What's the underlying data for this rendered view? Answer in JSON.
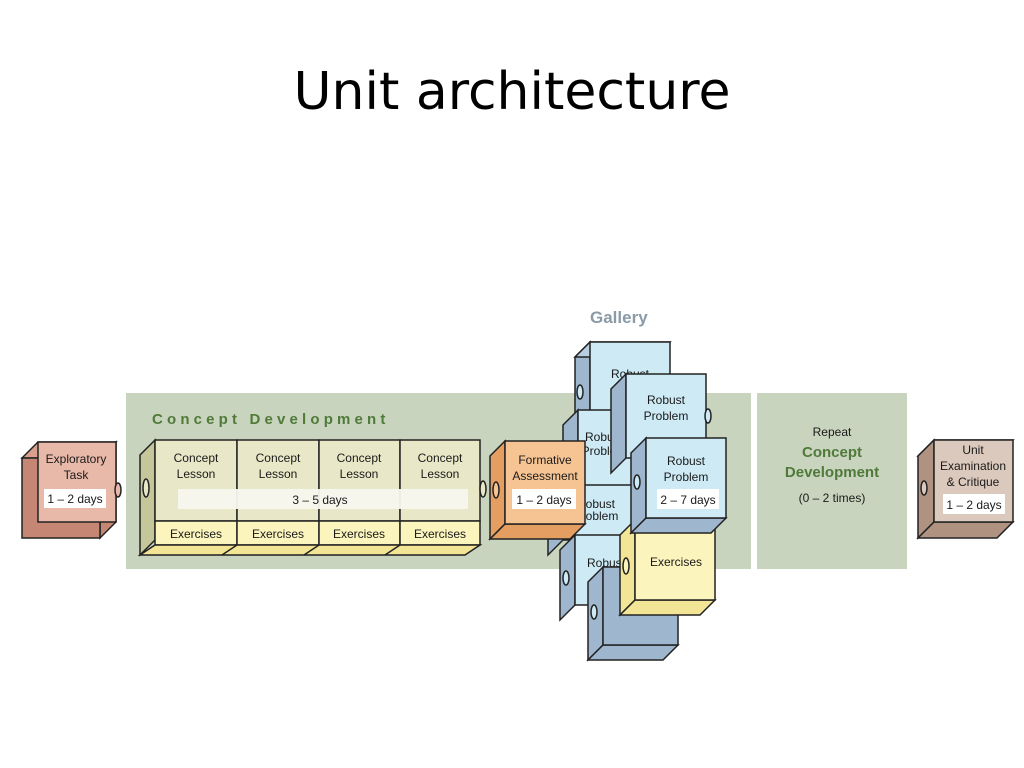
{
  "slide": {
    "title": "Unit architecture"
  },
  "diagram": {
    "gallery_label": "Gallery",
    "concept_development_label": "C o n c e p t   D e v e l o p m e n t",
    "exploratory": {
      "line1": "Exploratory",
      "line2": "Task",
      "days": "1 – 2 days"
    },
    "concept_lessons": [
      {
        "line1": "Concept",
        "line2": "Lesson",
        "exercises": "Exercises"
      },
      {
        "line1": "Concept",
        "line2": "Lesson",
        "exercises": "Exercises"
      },
      {
        "line1": "Concept",
        "line2": "Lesson",
        "exercises": "Exercises"
      },
      {
        "line1": "Concept",
        "line2": "Lesson",
        "exercises": "Exercises"
      }
    ],
    "lessons_days": "3 – 5 days",
    "formative": {
      "line1": "Formative",
      "line2": "Assessment",
      "days": "1 – 2 days"
    },
    "robust": {
      "line1": "Robust",
      "line2": "Problem",
      "days": "2 – 7 days",
      "back_line1": "Robust",
      "back_line2": "Problem"
    },
    "gallery_exercises": "Exercises",
    "repeat": {
      "line1": "Repeat",
      "line2": "Concept",
      "line3": "Development",
      "line4": "(0 – 2 times)"
    },
    "unit_exam": {
      "line1": "Unit",
      "line2": "Examination",
      "line3": "& Critique",
      "days": "1 – 2 days"
    }
  },
  "colors": {
    "band": "#c8d4bd",
    "band_label": "#4f7a3a",
    "gallery_label": "#8a9aa6",
    "exploratory_face": "#e8b8a8",
    "exploratory_side": "#c58674",
    "lesson_face": "#e8e8c8",
    "lesson_side": "#c5c79a",
    "exercise_face": "#fbf4bd",
    "formative_face": "#f6c493",
    "formative_side": "#e59e61",
    "robust_face": "#cdeaf5",
    "robust_side": "#9fb6cf",
    "unit_face": "#dcc9bd",
    "unit_side": "#b09281"
  }
}
